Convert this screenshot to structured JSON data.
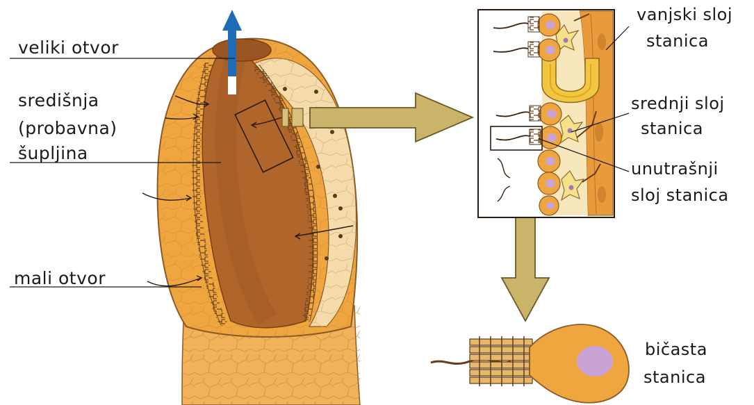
{
  "labels": {
    "large_opening": "veliki otvor",
    "central_cavity_line1": "središnja",
    "central_cavity_line2": "(probavna)",
    "central_cavity_line3": "šupljina",
    "small_opening": "mali otvor",
    "outer_layer_line1": "vanjski sloj",
    "outer_layer_line2": "stanica",
    "middle_layer_line1": "srednji sloj",
    "middle_layer_line2": "stanica",
    "inner_layer_line1": "unutrašnji",
    "inner_layer_line2": "sloj stanica",
    "flagellate_line1": "bičasta",
    "flagellate_line2": "stanica"
  },
  "colors": {
    "body_orange": "#f0a63e",
    "cavity_brown": "#b0652a",
    "cell_light": "#f7e6b8",
    "arrow_olive": "#c9b46a",
    "water_arrow_blue": "#1f6bb5",
    "nucleus_lilac": "#c9a3d6",
    "collar_dark": "#5a3a1c"
  }
}
